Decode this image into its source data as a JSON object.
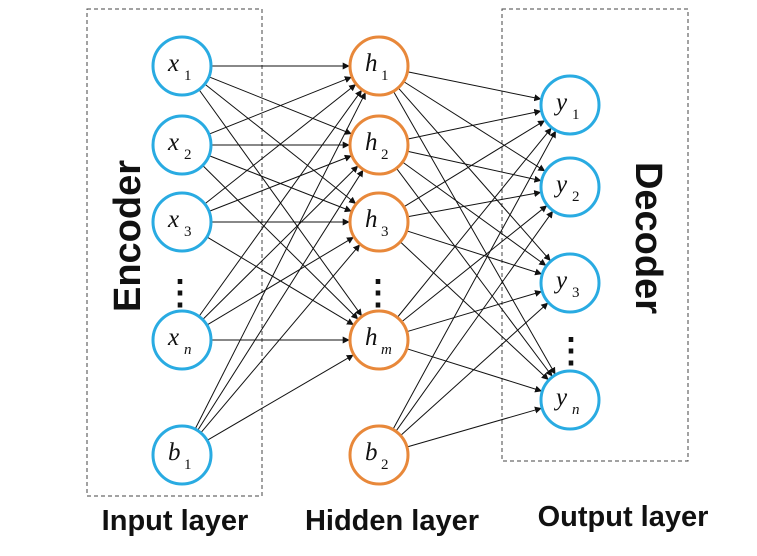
{
  "colors": {
    "input_stroke": "#29abe2",
    "hidden_stroke": "#e8883a",
    "output_stroke": "#29abe2",
    "edge": "#111111"
  },
  "labels": {
    "encoder": "Encoder",
    "decoder": "Decoder",
    "input_layer": "Input layer",
    "hidden_layer": "Hidden layer",
    "output_layer": "Output layer"
  },
  "ellipsis": "⋮",
  "input_nodes": [
    {
      "var": "x",
      "sub": "1"
    },
    {
      "var": "x",
      "sub": "2"
    },
    {
      "var": "x",
      "sub": "3"
    },
    {
      "var": "x",
      "sub": "n"
    }
  ],
  "input_bias": {
    "var": "b",
    "sub": "1"
  },
  "hidden_nodes": [
    {
      "var": "h",
      "sub": "1"
    },
    {
      "var": "h",
      "sub": "2"
    },
    {
      "var": "h",
      "sub": "3"
    },
    {
      "var": "h",
      "sub": "m"
    }
  ],
  "hidden_bias": {
    "var": "b",
    "sub": "2"
  },
  "output_nodes": [
    {
      "var": "y",
      "sub": "1"
    },
    {
      "var": "y",
      "sub": "2"
    },
    {
      "var": "y",
      "sub": "3"
    },
    {
      "var": "y",
      "sub": "n"
    }
  ]
}
